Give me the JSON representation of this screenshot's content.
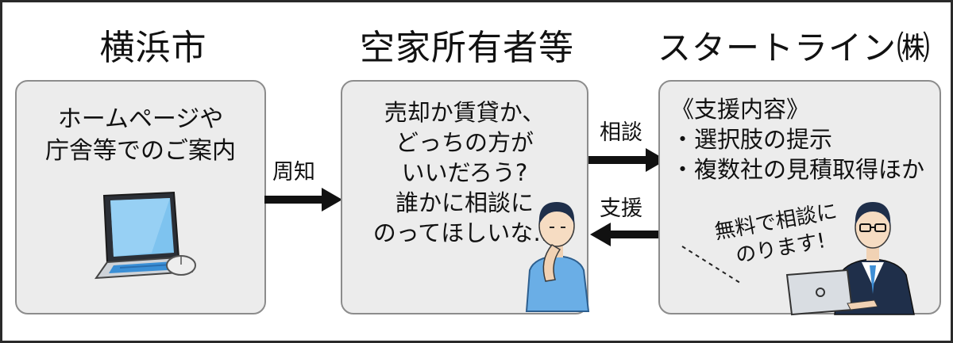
{
  "columns": {
    "city": {
      "title": "横浜市",
      "lines": [
        "ホームページや",
        "庁舎等でのご案内"
      ]
    },
    "owner": {
      "title": "空家所有者等",
      "lines": [
        "売却か賃貸か、",
        "どっちの方が",
        "いいだろう?",
        "誰かに相談に",
        "のってほしいな…"
      ]
    },
    "company": {
      "title": "スタートライン㈱",
      "heading": "《支援内容》",
      "items": [
        "・選択肢の提示",
        "・複数社の見積取得ほか"
      ],
      "callout_lines": [
        "無料で相談に",
        "のります!"
      ]
    }
  },
  "arrows": {
    "notify": "周知",
    "consult": "相談",
    "support": "支援"
  },
  "colors": {
    "box_fill": "#ececec",
    "box_border": "#8c8c8c",
    "accent_blue": "#3f8fd6",
    "dark_navy": "#1f2f4a",
    "arrow": "#111111"
  },
  "icons": {
    "laptop": "laptop-icon",
    "mouse": "mouse-icon",
    "thinking_person": "thinking-person-icon",
    "advisor": "advisor-with-laptop-icon"
  }
}
